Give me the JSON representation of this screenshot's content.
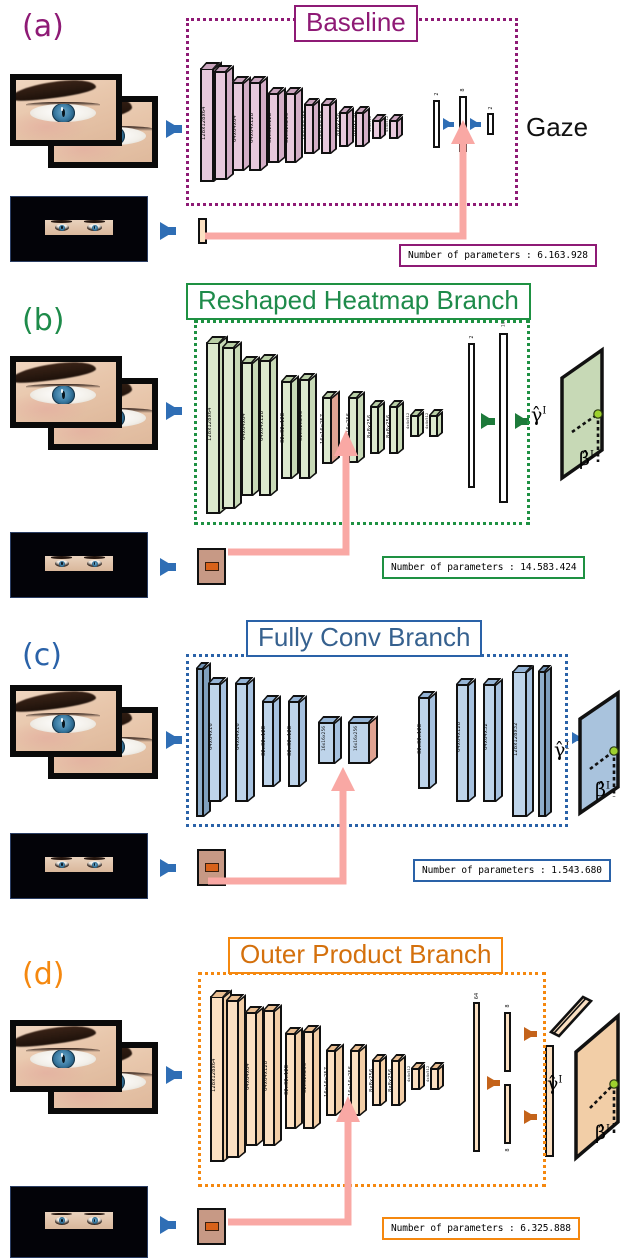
{
  "figure": {
    "title_unused": "",
    "panels": [
      {
        "id": "a",
        "letter": "(a)",
        "accent": "#8E1A75",
        "title": "Baseline",
        "params_label": "Number of parameters : 6.163.928",
        "output_label": "Gaze",
        "block_fill": "#E7C9DC",
        "block_top": "#C9A4BD",
        "block_side": "#D3AEC6",
        "layers": [
          "128x128x64",
          "64x64x64",
          "64x64x128",
          "32x32x128",
          "32x32x256",
          "16x16x256",
          "16x16x256",
          "8x8x256",
          "8x8x256",
          "4x4x512",
          "4x4x512"
        ],
        "vectors": [
          "2",
          "8",
          "2"
        ],
        "face_patch": "face-feature-vector"
      },
      {
        "id": "b",
        "letter": "(b)",
        "accent": "#1E9142",
        "title": "Reshaped Heatmap Branch",
        "params_label": "Number of parameters : 14.583.424",
        "block_fill": "#DCE9CE",
        "block_top": "#B9CFA6",
        "block_side": "#C7D9B6",
        "layers": [
          "128x128x64",
          "64x64x64",
          "64x64x128",
          "32x32x128",
          "32x32x256",
          "16x16x257",
          "16x16x256",
          "8x8x256",
          "8x8x256",
          "4x4x512",
          "4x4x512"
        ],
        "vectors": [
          "2",
          "1024"
        ],
        "plane_symbols": [
          "γ",
          "β"
        ],
        "plane_superscript": "I"
      },
      {
        "id": "c",
        "letter": "(c)",
        "accent": "#2A62A8",
        "title": "Fully Conv Branch",
        "params_label": "Number of parameters : 1.543.680",
        "block_fill": "#BED4EA",
        "block_top": "#95B4D6",
        "block_side": "#A6C1DF",
        "layers": [
          "64x64x16",
          "64x64x16",
          "32x32x128",
          "32x32x128",
          "16x16x256",
          "16x16x256",
          "32x32x128",
          "64x64x128",
          "64x64x32",
          "128x128x32"
        ],
        "plane_symbols": [
          "γ",
          "β"
        ],
        "plane_superscript": "I"
      },
      {
        "id": "d",
        "letter": "(d)",
        "accent": "#F5880F",
        "title": "Outer Product Branch",
        "params_label": "Number of parameters : 6.325.888",
        "block_fill": "#FBE0C2",
        "block_top": "#E9BE92",
        "block_side": "#F2CEA7",
        "layers": [
          "128x128x64",
          "64x64x64",
          "64x64x128",
          "32x32x128",
          "32x32x256",
          "16x16x257",
          "16x16x256",
          "8x8x256",
          "8x8x256",
          "4x4x512",
          "4x4x512"
        ],
        "vectors": [
          "64",
          "8",
          "8"
        ],
        "plane_symbols": [
          "γ",
          "β"
        ],
        "plane_superscript": "I"
      }
    ],
    "shared": {
      "pink_arrow_color": "#F9A8A4",
      "input_arrow_color": "#2F6EB5",
      "eye_image_alt": "close-up eye image pair",
      "face_image_alt": "dark face image with eye strip"
    }
  }
}
